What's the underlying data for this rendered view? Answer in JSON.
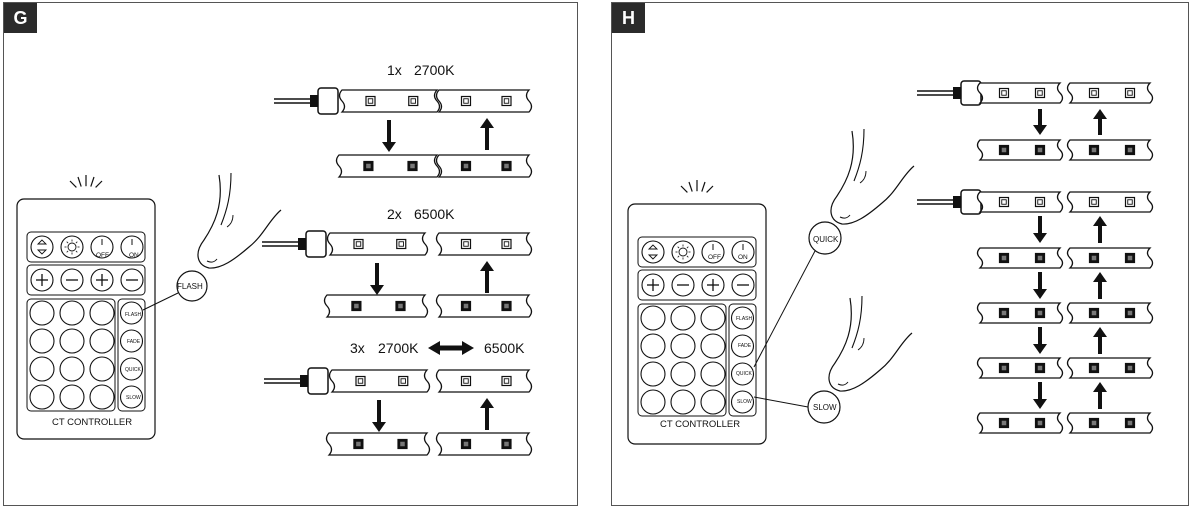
{
  "panels": [
    {
      "id": "G",
      "rows": [
        {
          "count": "1x",
          "temp_a": "2700K",
          "temp_b": ""
        },
        {
          "count": "2x",
          "temp_a": "6500K",
          "temp_b": ""
        },
        {
          "count": "3x",
          "temp_a": "2700K",
          "temp_b": "6500K"
        }
      ],
      "button_label": "FLASH"
    },
    {
      "id": "H",
      "quick_label": "QUICK",
      "slow_label": "SLOW"
    }
  ],
  "remote": {
    "name": "CT CONTROLLER",
    "top_buttons": [
      "",
      "",
      "OFF",
      "ON"
    ],
    "second_row": [
      "+",
      "−",
      "+",
      "−"
    ],
    "side_buttons": [
      "FLASH",
      "FADE",
      "QUICK",
      "SLOW"
    ]
  },
  "colors": {
    "ink": "#111111",
    "frame": "#555555",
    "badge": "#2b2b2b"
  }
}
